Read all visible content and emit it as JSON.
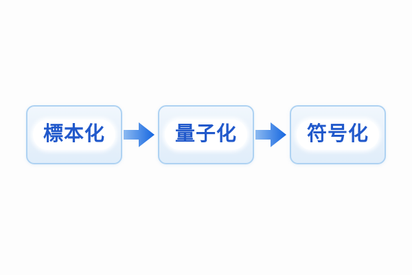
{
  "page": {
    "background_color": "#fdfdfd"
  },
  "diagram": {
    "type": "flow",
    "direction": "left-to-right",
    "nodes": [
      {
        "id": "sampling",
        "label": "標本化"
      },
      {
        "id": "quantization",
        "label": "量子化"
      },
      {
        "id": "encoding",
        "label": "符号化"
      }
    ],
    "connectors": [
      {
        "from": "sampling",
        "to": "quantization",
        "shape": "right-arrow"
      },
      {
        "from": "quantization",
        "to": "encoding",
        "shape": "right-arrow"
      }
    ],
    "colors": {
      "node_fill_top": "#f1f7fd",
      "node_fill_bottom": "#e0edfa",
      "node_border": "#aed2f2",
      "label_text": "#2159cb",
      "label_pill": "#ffffff",
      "arrow_gradient_start": "#8cbaf1",
      "arrow_gradient_end": "#1566e0"
    }
  }
}
